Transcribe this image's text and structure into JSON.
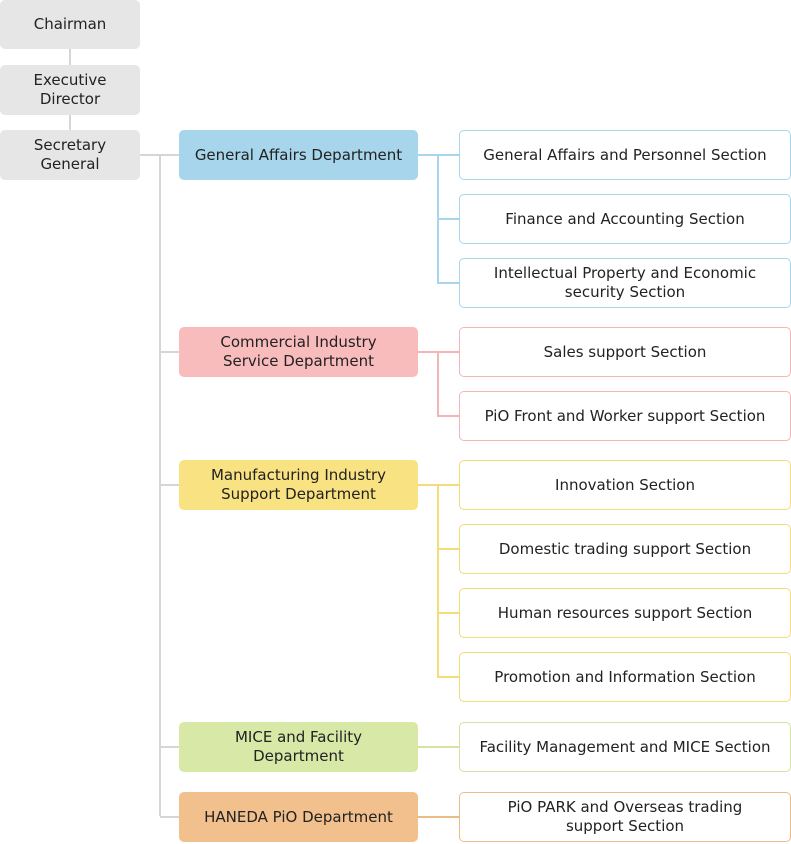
{
  "executives": {
    "chairman": "Chairman",
    "executive_director": "Executive\nDirector",
    "secretary_general": "Secretary\nGeneral"
  },
  "departments": [
    {
      "name": "General Affairs Department",
      "color": "#a6d5ec",
      "section_border": "#a6d5ec",
      "sections": [
        "General Affairs and Personnel Section",
        "Finance and Accounting Section",
        "Intellectual Property and Economic\nsecurity Section"
      ]
    },
    {
      "name": "Commercial Industry\nService Department",
      "color": "#f9bcbd",
      "section_border": "#f3b6b8",
      "sections": [
        "Sales support Section",
        "PiO Front and Worker support Section"
      ]
    },
    {
      "name": "Manufacturing Industry\nSupport Department",
      "color": "#f9e282",
      "section_border": "#f5dc7a",
      "sections": [
        "Innovation Section",
        "Domestic trading support Section",
        "Human resources support Section",
        "Promotion and Information Section"
      ]
    },
    {
      "name": "MICE and Facility\nDepartment",
      "color": "#d8e8a6",
      "section_border": "#d2e4a0",
      "sections": [
        "Facility Management and MICE Section"
      ]
    },
    {
      "name": "HANEDA PiO Department",
      "color": "#f2c08c",
      "section_border": "#edbb88",
      "sections": [
        "PiO PARK and Overseas trading\nsupport Section"
      ]
    }
  ]
}
